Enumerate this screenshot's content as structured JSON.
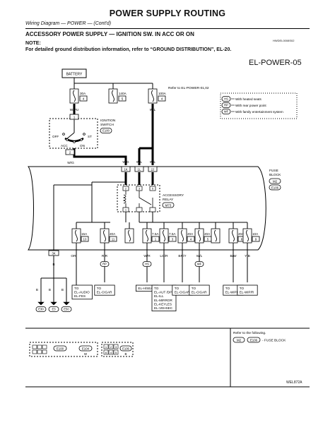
{
  "header": {
    "title": "POWER SUPPLY ROUTING",
    "subtitle": "Wiring Diagram — POWER — (Cont'd)",
    "section": "ACCESSORY POWER SUPPLY — IGNITION SW. IN ACC OR ON",
    "doc_id": "HWDEL0008S02",
    "note_label": "NOTE:",
    "note_text": "For detailed ground distribution information, refer to “GROUND DISTRIBUTION”, EL-20."
  },
  "diagram_code": "EL-POWER-05",
  "battery": "BATTERY",
  "top_fuses": [
    {
      "rating": "30A",
      "num": "4",
      "wire": "W/PU"
    },
    {
      "rating": "140A",
      "num": "5",
      "wire": ""
    },
    {
      "rating": "100A",
      "num": "4",
      "wire": "W/L"
    }
  ],
  "refer_top": "Refer to EL-POWER-01,02",
  "legend": [
    {
      "code": "HS",
      "text": "With heated seats"
    },
    {
      "code": "RP",
      "text": "With rear power point"
    },
    {
      "code": "WF",
      "text": "With family entertainment system"
    }
  ],
  "ignition": {
    "label1": "IGNITION",
    "label2": "SWITCH",
    "conn": "E100",
    "pin": "1",
    "pin_out": "2",
    "off": "OFF",
    "acc": "ACC",
    "on": "ON",
    "st": "ST",
    "wire_out": "W/G"
  },
  "top_wires": [
    "W/G",
    "W/L",
    "W/L"
  ],
  "top_conns": [
    "1K",
    "1L",
    "2J"
  ],
  "fuse_block": {
    "l1": "FUSE",
    "l2": "BLOCK",
    "c1": "M2",
    "c2": "E106"
  },
  "relay": {
    "l1": "ACCESSORY",
    "l2": "RELAY",
    "conn": "M73",
    "pins": [
      "2",
      "1",
      "3",
      "5"
    ]
  },
  "fuses": [
    {
      "rating": "15A",
      "num": "10",
      "wire": "OR",
      "option": "",
      "to": [
        "TO",
        "EL-AUDIO",
        "EL-FES"
      ]
    },
    {
      "rating": "20A",
      "num": "11",
      "wire": "R/R",
      "option": "RP",
      "to": [
        "TO",
        "EL-CIGAR"
      ]
    },
    {
      "rating": "",
      "num": "",
      "wire": "",
      "option": "",
      "to": []
    },
    {
      "rating": "7.5A",
      "num": "1",
      "wire": "W/R",
      "option": "HS",
      "to": [
        "EL-H/SEAT"
      ]
    },
    {
      "rating": "7.5A",
      "num": "3",
      "wire": "LG/R",
      "option": "",
      "to": [
        "TO",
        "EL-AUT /DP",
        "EL-ILL",
        "EL-MIRROR",
        "EL-KEYLES",
        "EL-VEHSEC"
      ]
    },
    {
      "rating": "20A",
      "num": "4",
      "wire": "BR/Y",
      "option": "",
      "to": [
        "TO",
        "EL-CIGAR"
      ]
    },
    {
      "rating": "20A",
      "num": "5",
      "wire": "W/L",
      "option": "WF",
      "to": [
        "TO",
        "EL-CIGAR"
      ]
    },
    {
      "rating": "",
      "num": "",
      "wire": "",
      "option": "",
      "to": []
    },
    {
      "rating": "20A",
      "num": "8",
      "wire": "B/W",
      "option": "",
      "to": [
        "TO",
        "EL-WIPER"
      ]
    },
    {
      "rating": "10A",
      "num": "9",
      "wire": "Y/B",
      "option": "",
      "to": [
        "TO",
        "EL-WIP/R"
      ]
    }
  ],
  "ground": {
    "conn": "3K",
    "wires": [
      "B",
      "B",
      "B"
    ],
    "grounds": [
      "E30",
      "E3",
      "E50"
    ]
  },
  "refer_bottom": {
    "line1": "Refer to the following.",
    "c1": "M2",
    "c2": "E106",
    "text": "- FUSE BLOCK"
  },
  "conn_panel": {
    "left": {
      "a": "E100",
      "b": "E104",
      "c": "W"
    },
    "right": {
      "row1": [
        "1",
        "2",
        "3"
      ],
      "row2": [
        "6",
        "4",
        "5"
      ],
      "c1": "E106",
      "c2": "B"
    }
  },
  "figure_id": "WEL872A"
}
